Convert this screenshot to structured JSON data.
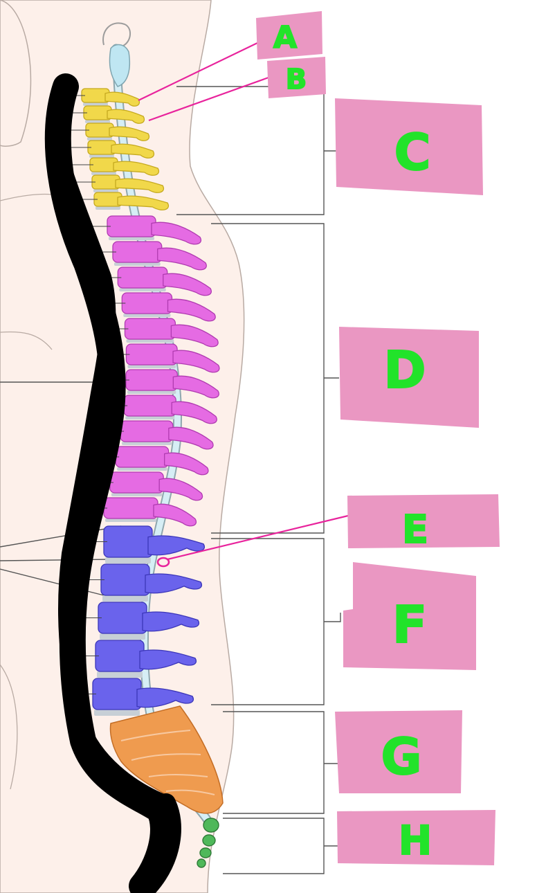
{
  "diagram": {
    "labels": [
      {
        "id": "a",
        "text": "A"
      },
      {
        "id": "b",
        "text": "B"
      },
      {
        "id": "c",
        "text": "C"
      },
      {
        "id": "d",
        "text": "D"
      },
      {
        "id": "e",
        "text": "E"
      },
      {
        "id": "f",
        "text": "F"
      },
      {
        "id": "g",
        "text": "G"
      },
      {
        "id": "h",
        "text": "H"
      }
    ],
    "colors": {
      "skin": "#fdf0ea",
      "body_outline": "#b8aaa3",
      "cervical": "#f1d84a",
      "thoracic": "#e56be3",
      "lumbar": "#6a63ec",
      "sacrum": "#ef9b4f",
      "coccyx": "#4fb85a",
      "disc": "#c7cfd6",
      "spinal_cord": "#d6eef5",
      "label_box": "#ea97c2",
      "label_text": "#22e32a",
      "pointer_line": "#e8239c",
      "bracket_line": "#555555",
      "redaction": "#000000"
    }
  }
}
